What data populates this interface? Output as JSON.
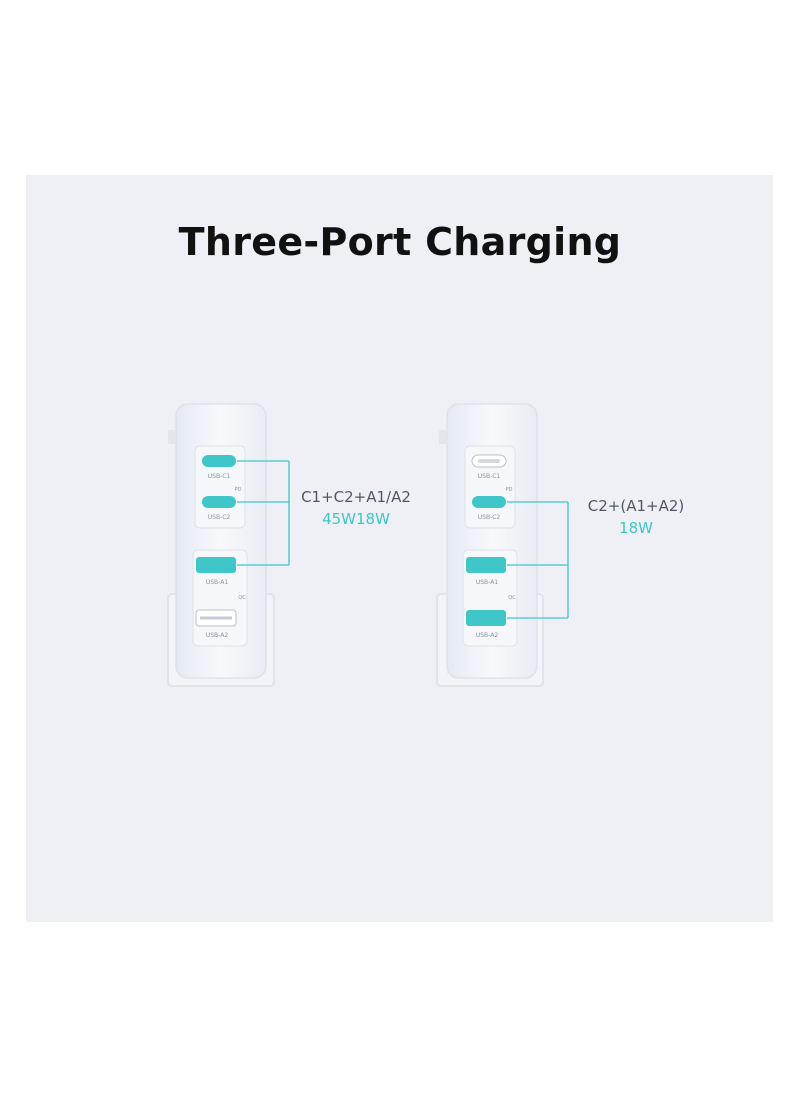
{
  "title": "Three-Port Charging",
  "colors": {
    "accent": "#3fc6c8",
    "panel": "#eef0f5",
    "text": "#111111"
  },
  "left_charger": {
    "ports": {
      "c1": "USB-C1",
      "c2": "USB-C2",
      "a1": "USB-A1",
      "a2": "USB-A2"
    },
    "pd_label": "PD",
    "qc_label": "QC",
    "combo": "C1+C2+A1/A2",
    "power": "45W18W"
  },
  "right_charger": {
    "ports": {
      "c1": "USB-C1",
      "c2": "USB-C2",
      "a1": "USB-A1",
      "a2": "USB-A2"
    },
    "pd_label": "PD",
    "qc_label": "QC",
    "combo": "C2+(A1+A2)",
    "power": "18W"
  }
}
